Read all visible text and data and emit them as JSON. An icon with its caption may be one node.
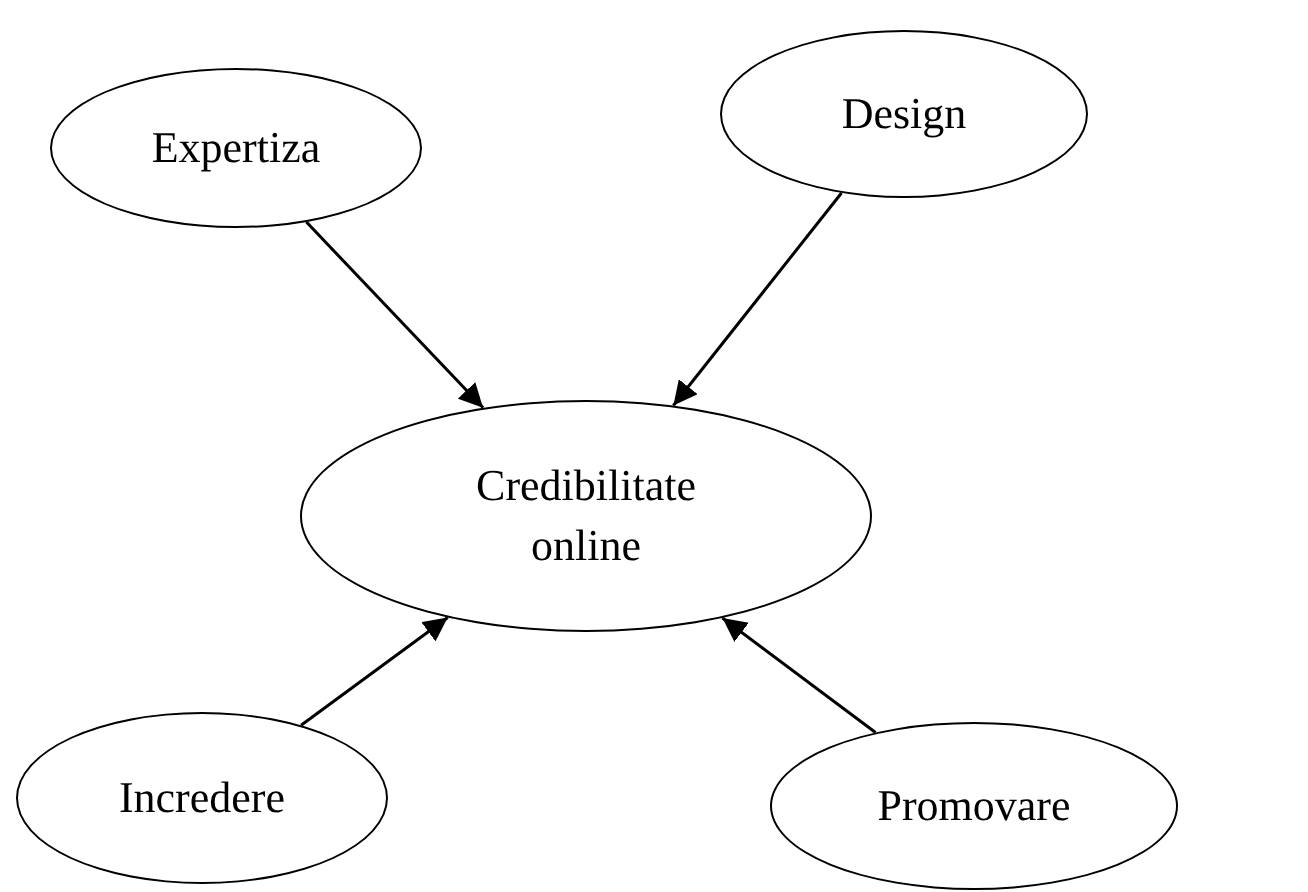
{
  "diagram": {
    "nodes": [
      {
        "text": [
          "Expertiza"
        ]
      },
      {
        "text": [
          "Design"
        ]
      },
      {
        "text": [
          "Credibilitate online"
        ]
      },
      {
        "text": [
          "Incredere"
        ]
      },
      {
        "text": [
          "Promovare"
        ]
      }
    ],
    "edges": [
      {
        "from": 0,
        "to": 2,
        "arrow": "to"
      },
      {
        "from": 1,
        "to": 2,
        "arrow": "to"
      },
      {
        "from": 3,
        "to": 2,
        "arrow": "to"
      },
      {
        "from": 4,
        "to": 2,
        "arrow": "to"
      }
    ]
  }
}
